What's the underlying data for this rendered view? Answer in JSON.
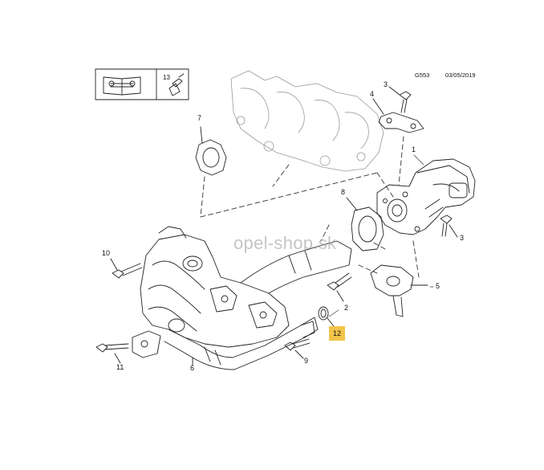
{
  "header": {
    "code": "G553",
    "date": "03/05/2019",
    "icon_box_number": "13"
  },
  "watermark": "opel-shop.sk",
  "callouts": {
    "c1": "1",
    "c2": "2",
    "c3a": "3",
    "c3b": "3",
    "c4": "4",
    "c5": "5",
    "c6": "6",
    "c7": "7",
    "c8": "8",
    "c9": "9",
    "c10": "10",
    "c11": "11"
  },
  "highlight": {
    "label": "12",
    "color": "#f3c44a"
  },
  "icons": [
    "manual-wrench-icon",
    "spray-bottle-icon"
  ]
}
